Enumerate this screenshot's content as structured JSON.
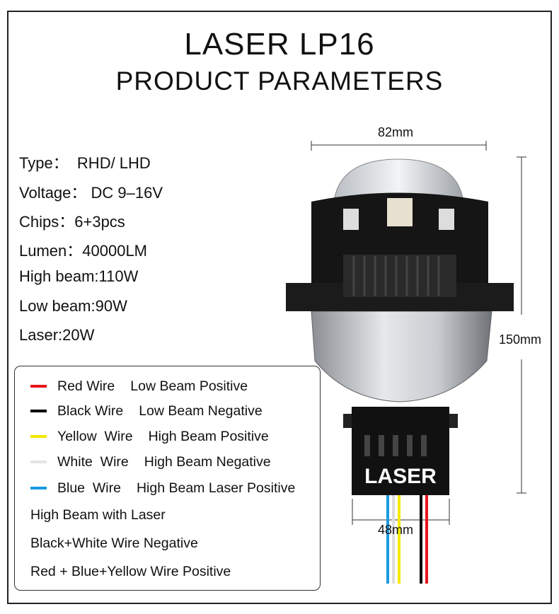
{
  "title": "LASER LP16",
  "subtitle": "PRODUCT PARAMETERS",
  "specs": [
    "Type：  RHD/ LHD",
    "Voltage： DC 9–16V",
    "Chips：6+3pcs",
    "Lumen：40000LM",
    "High beam:110W",
    "Low beam:90W",
    "Laser:20W"
  ],
  "wires": [
    {
      "wire": "Red Wire",
      "function": "Low Beam Positive",
      "color": "#e8141b"
    },
    {
      "wire": "Black Wire",
      "function": "Low Beam Negative",
      "color": "#000000"
    },
    {
      "wire": "Yellow  Wire",
      "function": "High Beam Positive",
      "color": "#f5e800"
    },
    {
      "wire": "White  Wire",
      "function": "High Beam Negative",
      "color": "#e4e4e4"
    },
    {
      "wire": "Blue  Wire",
      "function": "High Beam Laser Positive",
      "color": "#1a9ae0"
    }
  ],
  "notes": [
    "High Beam with Laser",
    "Black+White Wire Negative",
    "Red + Blue+Yellow Wire Positive"
  ],
  "dimensions": {
    "width": "82mm",
    "height": "150mm",
    "connector": "48mm"
  },
  "product_label": "LASER"
}
